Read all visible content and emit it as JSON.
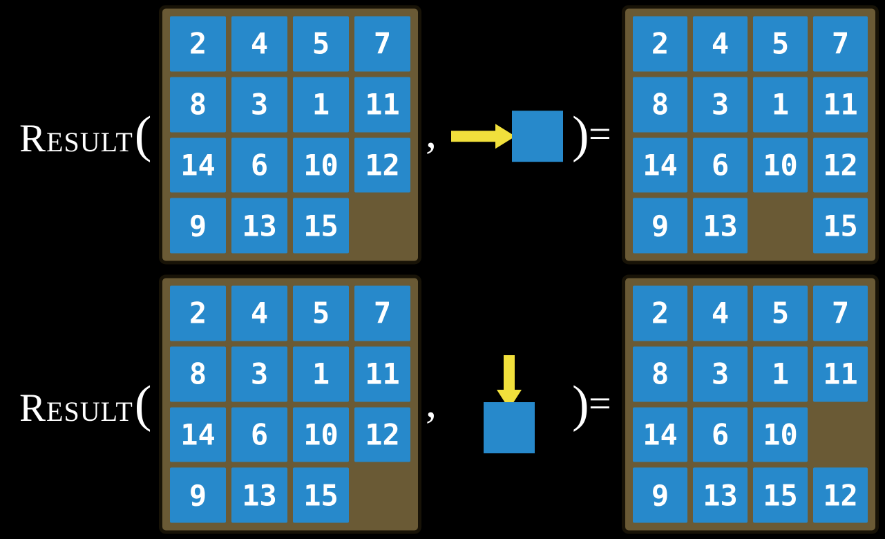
{
  "colors": {
    "background": "#000000",
    "board-brown": "#6a5a35",
    "board-border": "#181307",
    "tile-blue": "#2789cb",
    "tile-text": "#ffffff",
    "arrow-yellow": "#f1e03c",
    "label-white": "#ffffff"
  },
  "rows": [
    {
      "function_label": "Result",
      "open_paren": "(",
      "comma": ",",
      "close_paren": ")",
      "equals": "=",
      "move": {
        "direction": "right",
        "arrow_icon": "right-arrow"
      },
      "input_grid": [
        [
          2,
          4,
          5,
          7
        ],
        [
          8,
          3,
          1,
          11
        ],
        [
          14,
          6,
          10,
          12
        ],
        [
          9,
          13,
          15,
          null
        ]
      ],
      "output_grid": [
        [
          2,
          4,
          5,
          7
        ],
        [
          8,
          3,
          1,
          11
        ],
        [
          14,
          6,
          10,
          12
        ],
        [
          9,
          13,
          null,
          15
        ]
      ]
    },
    {
      "function_label": "Result",
      "open_paren": "(",
      "comma": ",",
      "close_paren": ")",
      "equals": "=",
      "move": {
        "direction": "down",
        "arrow_icon": "down-arrow"
      },
      "input_grid": [
        [
          2,
          4,
          5,
          7
        ],
        [
          8,
          3,
          1,
          11
        ],
        [
          14,
          6,
          10,
          12
        ],
        [
          9,
          13,
          15,
          null
        ]
      ],
      "output_grid": [
        [
          2,
          4,
          5,
          7
        ],
        [
          8,
          3,
          1,
          11
        ],
        [
          14,
          6,
          10,
          null
        ],
        [
          9,
          13,
          15,
          12
        ]
      ]
    }
  ]
}
